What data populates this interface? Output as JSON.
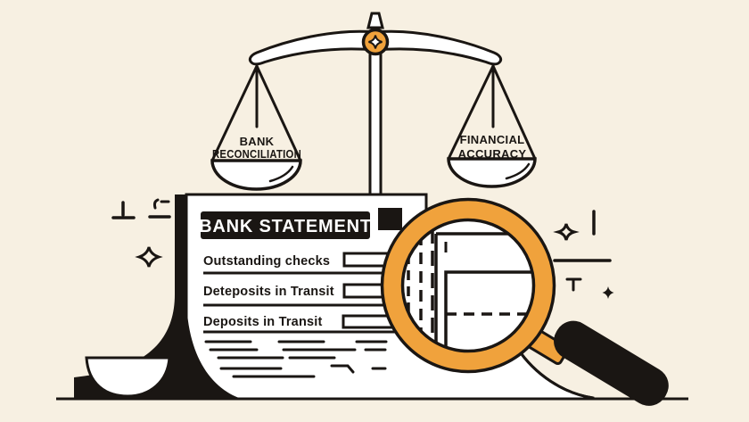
{
  "meta": {
    "background_color": "#F7F0E2",
    "ink_color": "#1A1613",
    "accent_color": "#F0A23C"
  },
  "scale": {
    "left_pan": {
      "line1": "BANK",
      "line2": "RECONCILIATION"
    },
    "right_pan": {
      "line1": "FINANCIAL",
      "line2": "ACCURACY"
    }
  },
  "statement": {
    "title": "BANK STATEMENT",
    "rows": [
      {
        "label": "Outstanding checks"
      },
      {
        "label": "Deteposits in Transit"
      },
      {
        "label": "Deposits in Transit"
      }
    ]
  }
}
